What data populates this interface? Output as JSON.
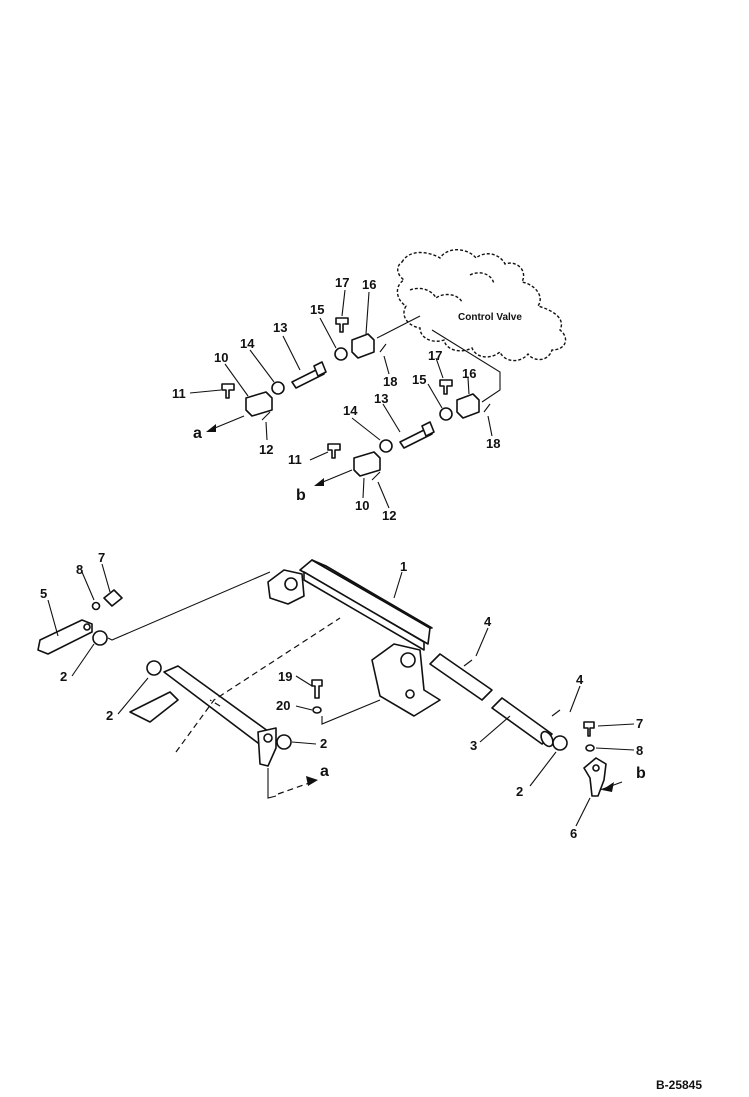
{
  "diagram": {
    "drawing_number": "B-25845",
    "control_valve_label": "Control Valve",
    "view_arrows": {
      "a": "a",
      "b": "b"
    },
    "callouts": {
      "c1": "1",
      "c2": "2",
      "c3": "3",
      "c4": "4",
      "c5": "5",
      "c6": "6",
      "c7": "7",
      "c8": "8",
      "c10": "10",
      "c11": "11",
      "c12": "12",
      "c13": "13",
      "c14": "14",
      "c15": "15",
      "c16": "16",
      "c17": "17",
      "c18": "18",
      "c19": "19",
      "c20": "20"
    }
  }
}
